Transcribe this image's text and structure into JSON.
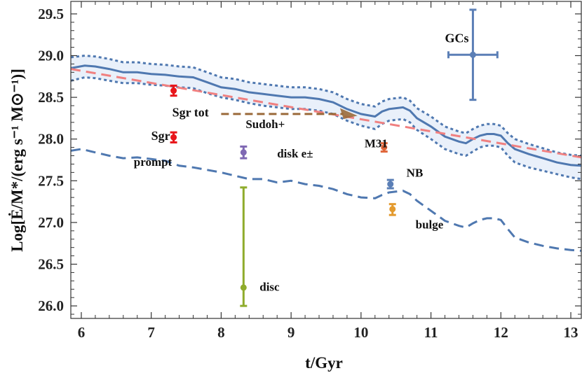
{
  "chart_data": {
    "type": "line",
    "xlabel": "t/Gyr",
    "ylabel": "Log[Ė/M*/(erg s⁻¹ M⊙⁻¹)]",
    "xlim": [
      5.85,
      13.15
    ],
    "ylim": [
      25.85,
      29.65
    ],
    "x_ticks": [
      "6",
      "7",
      "8",
      "9",
      "10",
      "11",
      "12",
      "13"
    ],
    "y_ticks": [
      "26.0",
      "26.5",
      "27.0",
      "27.5",
      "28.0",
      "28.5",
      "29.0",
      "29.5"
    ],
    "colors": {
      "band_line": "#4f78b0",
      "band_fill": "#e9f0fa",
      "fit": "#f08080",
      "prompt": "#4f78b0",
      "sudoh": "#9a6a3a",
      "sudoh_label": "#c8a882",
      "red": "#e8161b",
      "purple": "#7f68b3",
      "orange_red": "#e0663a",
      "orange": "#e39a2e",
      "green": "#8fac2c",
      "blue": "#5b7fb6"
    },
    "series": [
      {
        "x": [
          5.85,
          6.05,
          6.2,
          6.4,
          6.6,
          6.8,
          7.0,
          7.2,
          7.4,
          7.6,
          7.8,
          8.0,
          8.2,
          8.4,
          8.6,
          8.8,
          9.0,
          9.2,
          9.4,
          9.6,
          9.8,
          10.0,
          10.2,
          10.3,
          10.4,
          10.5,
          10.6,
          10.7,
          10.8,
          11.0,
          11.2,
          11.4,
          11.5,
          11.6,
          11.7,
          11.8,
          11.9,
          12.0,
          12.1,
          12.2,
          12.4,
          12.6,
          12.8,
          13.0,
          13.15
        ],
        "values": [
          28.85,
          28.88,
          28.87,
          28.84,
          28.8,
          28.8,
          28.78,
          28.77,
          28.75,
          28.74,
          28.68,
          28.62,
          28.6,
          28.56,
          28.54,
          28.52,
          28.5,
          28.5,
          28.48,
          28.44,
          28.36,
          28.3,
          28.27,
          28.33,
          28.36,
          28.37,
          28.38,
          28.34,
          28.25,
          28.15,
          28.03,
          27.97,
          27.95,
          28.0,
          28.04,
          28.06,
          28.06,
          28.04,
          27.95,
          27.88,
          27.82,
          27.77,
          27.72,
          27.69,
          27.68
        ]
      },
      {
        "x": [
          5.85,
          6.05,
          6.2,
          6.4,
          6.6,
          6.8,
          7.0,
          7.2,
          7.4,
          7.6,
          7.8,
          8.0,
          8.2,
          8.4,
          8.6,
          8.8,
          9.0,
          9.2,
          9.4,
          9.6,
          9.8,
          10.0,
          10.2,
          10.3,
          10.4,
          10.5,
          10.6,
          10.7,
          10.8,
          11.0,
          11.2,
          11.4,
          11.5,
          11.6,
          11.7,
          11.8,
          11.9,
          12.0,
          12.1,
          12.2,
          12.4,
          12.6,
          12.8,
          13.0,
          13.15
        ],
        "values": [
          28.98,
          29.0,
          28.99,
          28.96,
          28.92,
          28.92,
          28.9,
          28.89,
          28.87,
          28.86,
          28.8,
          28.74,
          28.72,
          28.68,
          28.66,
          28.64,
          28.62,
          28.62,
          28.6,
          28.56,
          28.48,
          28.42,
          28.39,
          28.45,
          28.48,
          28.49,
          28.5,
          28.46,
          28.37,
          28.27,
          28.15,
          28.09,
          28.07,
          28.12,
          28.16,
          28.18,
          28.18,
          28.16,
          28.07,
          28.0,
          27.94,
          27.89,
          27.84,
          27.81,
          27.8
        ]
      },
      {
        "x": [
          5.85,
          6.05,
          6.2,
          6.4,
          6.6,
          6.8,
          7.0,
          7.2,
          7.4,
          7.6,
          7.8,
          8.0,
          8.2,
          8.4,
          8.6,
          8.8,
          9.0,
          9.2,
          9.4,
          9.6,
          9.8,
          10.0,
          10.2,
          10.3,
          10.4,
          10.5,
          10.6,
          10.7,
          10.8,
          11.0,
          11.2,
          11.4,
          11.5,
          11.6,
          11.7,
          11.8,
          11.9,
          12.0,
          12.1,
          12.2,
          12.4,
          12.6,
          12.8,
          13.0,
          13.15
        ],
        "values": [
          28.7,
          28.74,
          28.73,
          28.7,
          28.67,
          28.67,
          28.65,
          28.64,
          28.62,
          28.61,
          28.55,
          28.5,
          28.47,
          28.43,
          28.4,
          28.38,
          28.36,
          28.36,
          28.34,
          28.3,
          28.22,
          28.16,
          28.12,
          28.18,
          28.22,
          28.23,
          28.24,
          28.2,
          28.11,
          28.0,
          27.88,
          27.82,
          27.8,
          27.85,
          27.9,
          27.92,
          27.92,
          27.9,
          27.8,
          27.72,
          27.66,
          27.62,
          27.58,
          27.54,
          27.52
        ]
      },
      {
        "x": [
          5.85,
          13.15
        ],
        "values": [
          28.84,
          27.78
        ]
      },
      {
        "x": [
          5.85,
          6.0,
          6.2,
          6.4,
          6.6,
          6.8,
          7.0,
          7.2,
          7.4,
          7.6,
          7.8,
          8.0,
          8.2,
          8.4,
          8.6,
          8.8,
          9.0,
          9.2,
          9.4,
          9.6,
          9.8,
          10.0,
          10.2,
          10.3,
          10.4,
          10.5,
          10.6,
          10.7,
          10.8,
          11.0,
          11.2,
          11.4,
          11.5,
          11.6,
          11.7,
          11.8,
          11.9,
          12.0,
          12.1,
          12.2,
          12.4,
          12.6,
          12.8,
          13.0,
          13.15
        ],
        "values": [
          27.86,
          27.88,
          27.84,
          27.8,
          27.77,
          27.78,
          27.76,
          27.74,
          27.68,
          27.66,
          27.63,
          27.6,
          27.56,
          27.52,
          27.52,
          27.48,
          27.5,
          27.46,
          27.44,
          27.4,
          27.34,
          27.3,
          27.29,
          27.33,
          27.36,
          27.37,
          27.38,
          27.34,
          27.26,
          27.14,
          27.02,
          26.96,
          26.94,
          26.99,
          27.03,
          27.05,
          27.05,
          27.03,
          26.92,
          26.82,
          26.76,
          26.72,
          26.69,
          26.67,
          26.66
        ]
      },
      {
        "x": [
          8.0,
          9.75
        ],
        "values": [
          28.3,
          28.3
        ]
      }
    ],
    "annotations": [
      {
        "text": "Sgr tot",
        "x": 7.3,
        "y": 28.27
      },
      {
        "text": "Sgr",
        "x": 7.0,
        "y": 27.99
      },
      {
        "text": "prompt",
        "x": 6.75,
        "y": 27.68
      },
      {
        "text": "Sudoh+",
        "x": 8.35,
        "y": 28.13
      },
      {
        "text": "disk e±",
        "x": 8.8,
        "y": 27.78
      },
      {
        "text": "M31",
        "x": 10.05,
        "y": 27.9
      },
      {
        "text": "NB",
        "x": 10.65,
        "y": 27.55
      },
      {
        "text": "bulge",
        "x": 10.78,
        "y": 26.93
      },
      {
        "text": "disc",
        "x": 8.55,
        "y": 26.18
      },
      {
        "text": "GCs",
        "x": 11.2,
        "y": 29.16
      }
    ],
    "points": [
      {
        "color": "red",
        "x": 7.32,
        "y": 28.58,
        "ylo": 28.52,
        "yhi": 28.64
      },
      {
        "color": "red",
        "x": 7.32,
        "y": 28.02,
        "ylo": 27.96,
        "yhi": 28.08
      },
      {
        "color": "purple",
        "x": 8.32,
        "y": 27.84,
        "ylo": 27.77,
        "yhi": 27.91
      },
      {
        "color": "orange_red",
        "x": 10.33,
        "y": 27.9,
        "ylo": 27.85,
        "yhi": 27.95
      },
      {
        "color": "blue",
        "x": 10.42,
        "y": 27.46,
        "ylo": 27.41,
        "yhi": 27.51
      },
      {
        "color": "orange",
        "x": 10.45,
        "y": 27.16,
        "ylo": 27.09,
        "yhi": 27.22
      },
      {
        "color": "green",
        "x": 8.32,
        "y": 26.22,
        "ylo": 26.0,
        "yhi": 27.42
      },
      {
        "color": "blue",
        "x": 11.6,
        "y": 29.01,
        "ylo": 28.47,
        "yhi": 29.55,
        "xlo": 11.25,
        "xhi": 11.95
      }
    ]
  }
}
